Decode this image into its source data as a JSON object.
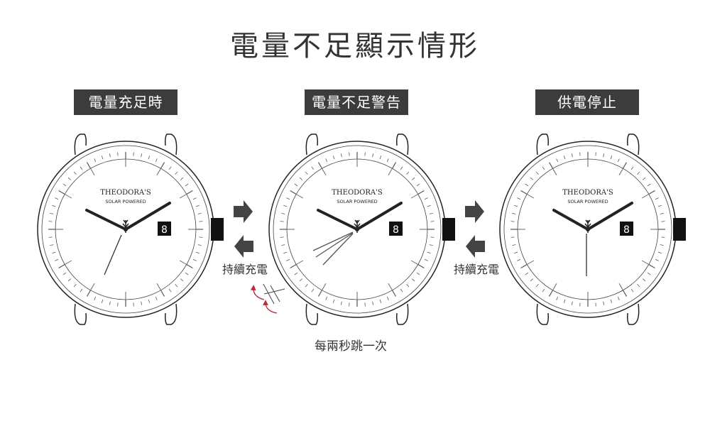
{
  "title": "電量不足顯示情形",
  "states": [
    {
      "label": "電量充足時"
    },
    {
      "label": "電量不足警告"
    },
    {
      "label": "供電停止"
    }
  ],
  "watch": {
    "brand": "THEODORA'S",
    "subtitle": "SOLAR POWERED",
    "date": "8"
  },
  "transitions": {
    "charge_label": "持續充電",
    "warning_note": "每兩秒跳一次"
  },
  "colors": {
    "label_bg": "#3c3c3c",
    "hand": "#222222",
    "accent_arrow": "#c0283a"
  }
}
